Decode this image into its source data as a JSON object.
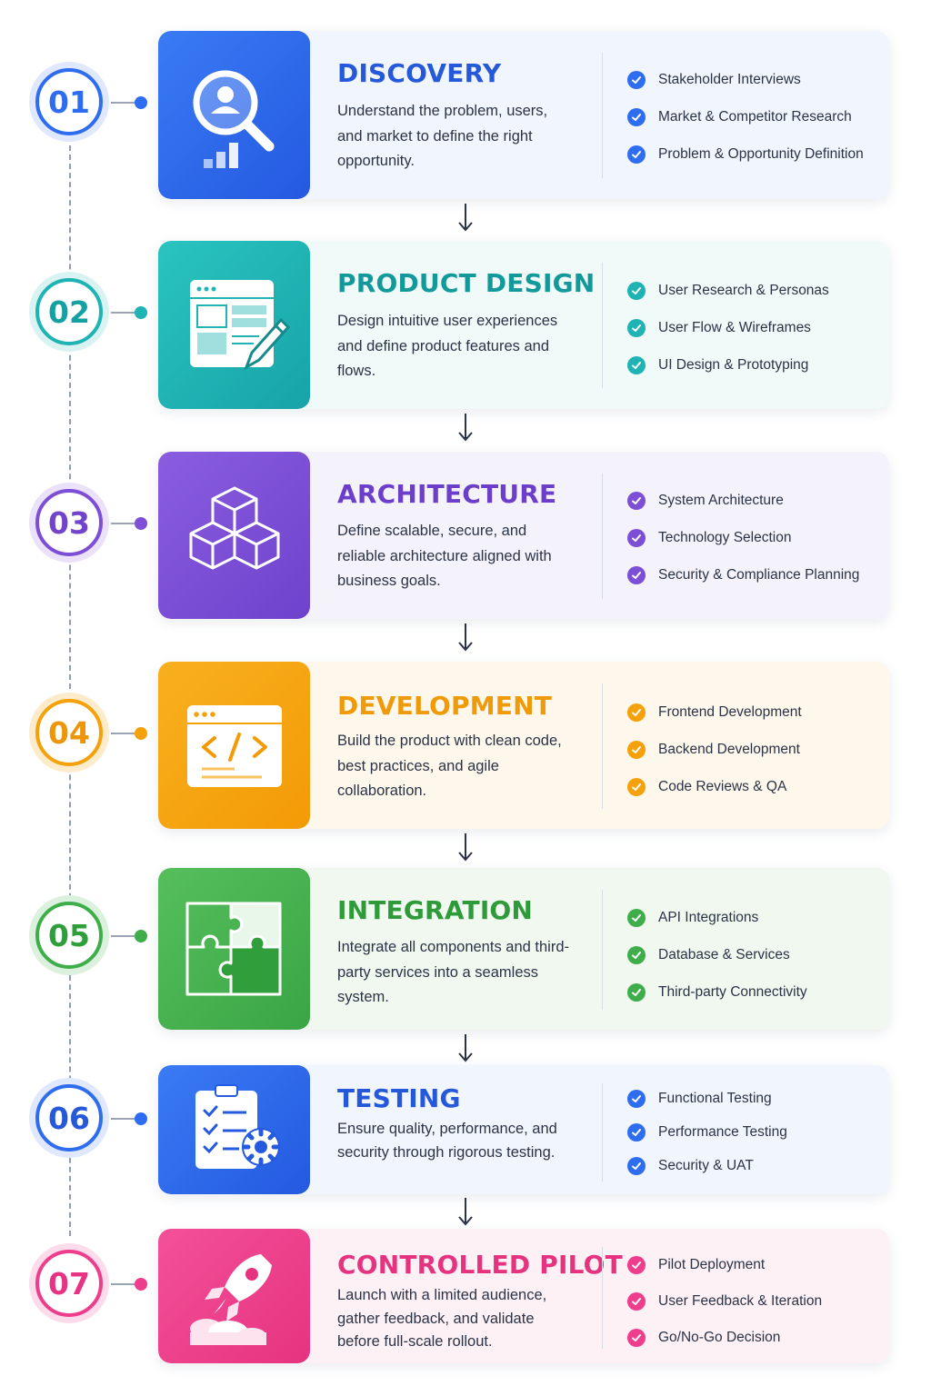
{
  "steps": [
    {
      "number": "01",
      "title": "DISCOVERY",
      "description": "Understand the problem, users, and market to define the right opportunity.",
      "features": [
        "Stakeholder Interviews",
        "Market & Competitor Research",
        "Problem & Opportunity Definition"
      ],
      "color": "#2f6df0",
      "icon": "magnifier-user-icon"
    },
    {
      "number": "02",
      "title": "PRODUCT DESIGN",
      "description": "Design intuitive user experiences and define product features and flows.",
      "features": [
        "User Research & Personas",
        "User Flow & Wireframes",
        "UI Design & Prototyping"
      ],
      "color": "#1fb3b3",
      "icon": "wireframe-pencil-icon"
    },
    {
      "number": "03",
      "title": "ARCHITECTURE",
      "description": "Define scalable, secure, and reliable architecture aligned with business goals.",
      "features": [
        "System Architecture",
        "Technology Selection",
        "Security & Compliance Planning"
      ],
      "color": "#7c4fd6",
      "icon": "cubes-icon"
    },
    {
      "number": "04",
      "title": "DEVELOPMENT",
      "description": "Build the product with clean code, best practices, and agile collaboration.",
      "features": [
        "Frontend Development",
        "Backend Development",
        "Code Reviews & QA"
      ],
      "color": "#f5a10c",
      "icon": "code-window-icon"
    },
    {
      "number": "05",
      "title": "INTEGRATION",
      "description": "Integrate all components and third-party services into a seamless system.",
      "features": [
        "API Integrations",
        "Database & Services",
        "Third-party Connectivity"
      ],
      "color": "#3fae4a",
      "icon": "puzzle-icon"
    },
    {
      "number": "06",
      "title": "TESTING",
      "description": "Ensure quality, performance, and security through rigorous testing.",
      "features": [
        "Functional Testing",
        "Performance Testing",
        "Security & UAT"
      ],
      "color": "#2f6df0",
      "icon": "checklist-gear-icon"
    },
    {
      "number": "07",
      "title": "CONTROLLED PILOT",
      "description": "Launch with a limited audience, gather feedback, and validate before full-scale rollout.",
      "features": [
        "Pilot Deployment",
        "User Feedback & Iteration",
        "Go/No-Go Decision"
      ],
      "color": "#ee3d8c",
      "icon": "rocket-icon"
    }
  ]
}
